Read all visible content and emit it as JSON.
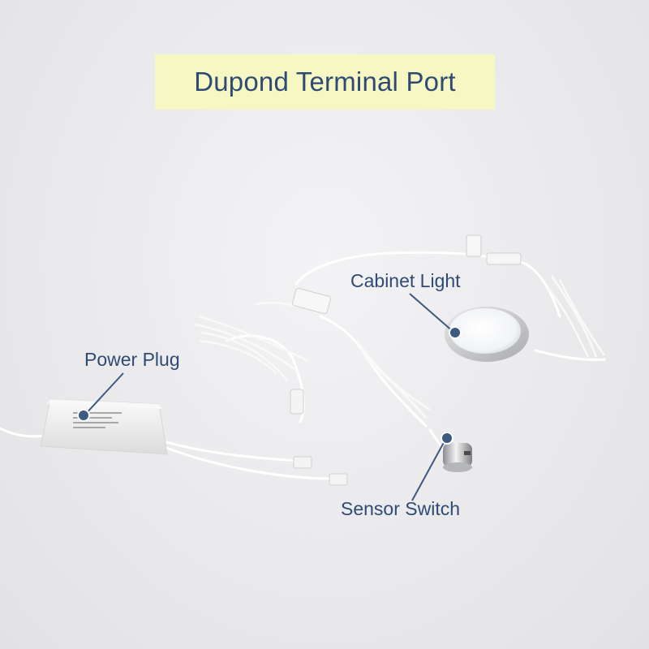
{
  "title": "Dupond Terminal Port",
  "labels": {
    "cabinet_light": "Cabinet Light",
    "power_plug": "Power Plug",
    "sensor_switch": "Sensor Switch"
  },
  "colors": {
    "title_bg": "#f7f7c4",
    "text": "#2f4b73",
    "marker": "#3d5a80",
    "background": "#ececee"
  }
}
